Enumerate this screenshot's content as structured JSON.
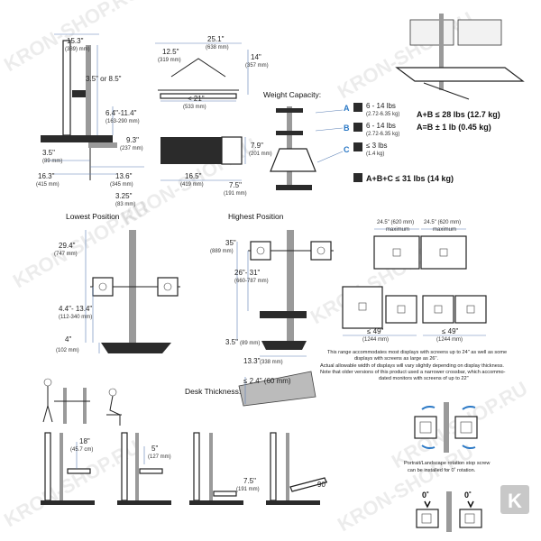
{
  "watermark": "KRON-SHOP.RU",
  "logo_letter": "K",
  "top_left_dims": {
    "d1": "15.3\"",
    "d1mm": "(389) mm)",
    "d2": "3.5\" or 8.5\"",
    "d3": "6.4\"-11.4\"",
    "d3mm": "(163-290 mm)",
    "d4": "9.3\"",
    "d4mm": "(237 mm)",
    "d5": "3.5\"",
    "d5mm": "(89 mm)",
    "d6": "16.3\"",
    "d6mm": "(415 mm)",
    "d7": "13.6\"",
    "d7mm": "(345 mm)",
    "d8": "3.25\"",
    "d8mm": "(83 mm)"
  },
  "top_mid_dims": {
    "d1": "12.5\"",
    "d1mm": "(319 mm)",
    "d2": "25.1\"",
    "d2mm": "(638 mm)",
    "d3": "14\"",
    "d3mm": "(357 mm)",
    "d4": "< 21\"",
    "d4mm": "(533 mm)",
    "d5": "7.9\"",
    "d5mm": "(201 mm)",
    "d6": "16.5\"",
    "d6mm": "(419 mm)",
    "d7": "7.5\"",
    "d7mm": "(191 mm)"
  },
  "weight": {
    "title": "Weight Capacity:",
    "a": "A",
    "b": "B",
    "c": "C",
    "a_val": "6 - 14 lbs",
    "a_mm": "(2.72-6.35 kg)",
    "b_val": "6 - 14 lbs",
    "b_mm": "(2.72-6.35 kg)",
    "c_val": "≤ 3 lbs",
    "c_mm": "(1.4 kg)",
    "ab_sum": "A+B ≤ 28 lbs (12.7 kg)",
    "ab_eq": "A=B ± 1 lb (0.45 kg)",
    "abc": "A+B+C ≤ 31 lbs (14 kg)"
  },
  "lowest": {
    "title": "Lowest Position",
    "d1": "29.4\"",
    "d1mm": "(747 mm)",
    "d2": "4.4\"- 13.4\"",
    "d2mm": "(112-340 mm)",
    "d3": "4\"",
    "d3mm": "(102 mm)"
  },
  "highest": {
    "title": "Highest Position",
    "d1": "35\"",
    "d1mm": "(889 mm)",
    "d2": "26\"- 31\"",
    "d2mm": "(660-787 mm)",
    "d3": "3.5\"",
    "d3mm": "(89 mm)",
    "d4": "13.3\"",
    "d4mm": "(338 mm)"
  },
  "displays": {
    "top_w1": "24.5\" (620 mm)",
    "top_w2": "24.5\" (620 mm)",
    "max": "maximum",
    "b1": "≤ 49\"",
    "b1mm": "(1244 mm)",
    "b2": "≤ 49\"",
    "b2mm": "(1244 mm)",
    "note": [
      "This range accommodates most displays with screens up to 24\" as well as some",
      "displays with screens as large as 26\".",
      "Actual allowable width of displays will vary slightly depending on display thickness.",
      "Note that older versions of this product used a narrower crossbar, which accommo-",
      "dated monitors with screens of up to 22\""
    ]
  },
  "desk": {
    "title": "Desk Thickness:",
    "val": "≤ 2.4\" (60 mm)"
  },
  "bottom_dims": {
    "d1": "18\"",
    "d1mm": "(45.7 cm)",
    "d2": "5\"",
    "d2mm": "(127 mm)",
    "d3": "7.5\"",
    "d3mm": "(191 mm)",
    "d4": "90˚"
  },
  "rotation": {
    "caption": [
      "Portrait/Landscape rotation stop screw",
      "can be installed for 0˚ rotation."
    ],
    "deg1": "0˚",
    "deg2": "0˚"
  }
}
